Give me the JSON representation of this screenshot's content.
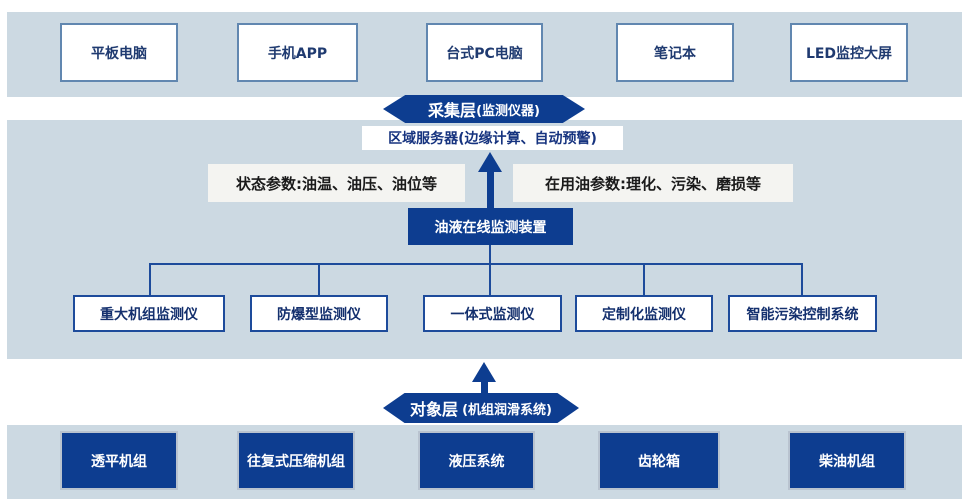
{
  "colors": {
    "band_bg": "#ccd9e2",
    "navy_fill": "#0d3d90",
    "connector": "#1d4b9b",
    "top_box_border": "#6187b0",
    "navy_text": "#1f3a70",
    "param_label_bg": "#f4f4f1"
  },
  "terminal_layer": {
    "boxes": [
      {
        "label": "平板电脑"
      },
      {
        "label": "手机APP"
      },
      {
        "label": "台式PC电脑"
      },
      {
        "label": "笔记本"
      },
      {
        "label": "LED监控大屏"
      }
    ]
  },
  "collection_layer": {
    "badge_main": "采集层",
    "badge_sub": "(监测仪器)",
    "server_label": "区域服务器(边缘计算、自动预警)",
    "param_left": "状态参数:油温、油压、油位等",
    "param_right": "在用油参数:理化、污染、磨损等",
    "device_label": "油液在线监测装置",
    "monitors": [
      {
        "label": "重大机组监测仪"
      },
      {
        "label": "防爆型监测仪"
      },
      {
        "label": "一体式监测仪"
      },
      {
        "label": "定制化监测仪"
      },
      {
        "label": "智能污染控制系统"
      }
    ]
  },
  "object_layer": {
    "badge_main": "对象层",
    "badge_sub": "(机组润滑系统)",
    "boxes": [
      {
        "label": "透平机组"
      },
      {
        "label": "往复式压缩机组"
      },
      {
        "label": "液压系统"
      },
      {
        "label": "齿轮箱"
      },
      {
        "label": "柴油机组"
      }
    ]
  }
}
